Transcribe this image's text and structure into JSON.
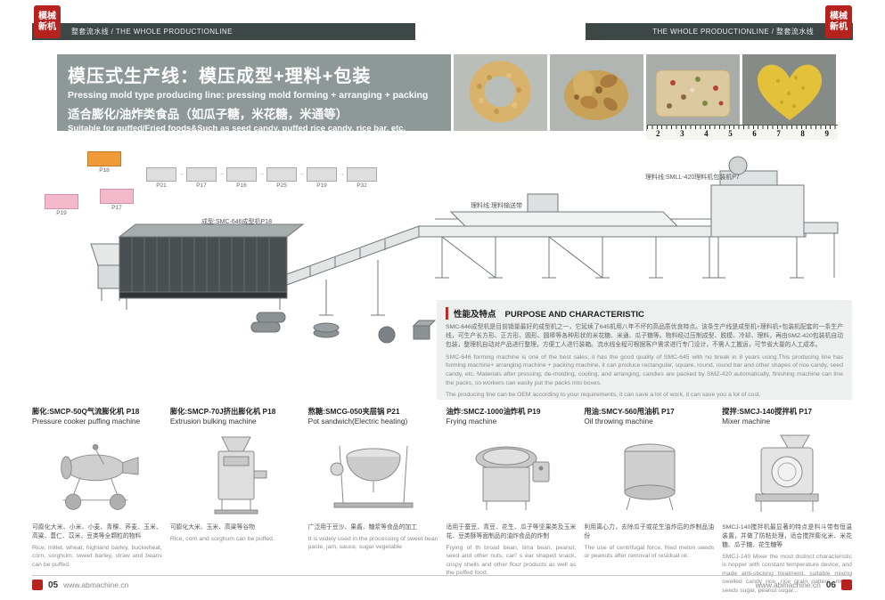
{
  "colors": {
    "accent_red": "#bf2b26",
    "header_dark": "#3d4746",
    "title_gray": "#8e9897"
  },
  "header": {
    "left": "整套流水线 / THE WHOLE PRODUCTIONLINE",
    "right": "THE WHOLE PRODUCTIONLINE / 整套流水线",
    "stamp": {
      "line1": "模械",
      "line2": "新机"
    }
  },
  "title_block": {
    "cn_title": "模压式生产线：模压成型+理料+包装",
    "en_title": "Pressing mold type producing line: pressing mold forming + arranging + packing",
    "cn_subtitle": "适合膨化/油炸类食品（如瓜子糖，米花糖，米通等）",
    "en_subtitle": "Suitable for puffed/Fried foods&Such as seed candy, puffed rice candy, rice bar, etc."
  },
  "photos": {
    "names": [
      "puffed-rice-ring",
      "seed-candy-with-almonds",
      "rice-bar",
      "millet-heart-candy"
    ],
    "ruler_numbers": [
      "2",
      "3",
      "4",
      "5",
      "6",
      "7",
      "8",
      "9"
    ]
  },
  "diagram": {
    "flow": {
      "orange_caption": "P18",
      "pink1_caption": "P19",
      "pink2_caption": "P17",
      "gray_captions": [
        "P21",
        "P17",
        "P16",
        "P25",
        "P19",
        "P32"
      ]
    },
    "labels": {
      "forming": "成型:SMC-646成型机P18",
      "arranging_line": "理料线:SMLL-420理料机包装机P7",
      "conveyor": "理料线:理料输送带"
    }
  },
  "purpose": {
    "title_cn": "性能及特点",
    "title_en": "PURPOSE AND CHARACTERISTIC",
    "paragraph_cn": "SMC-646成型机是目前销量最好的成型机之一，它延续了645机用八年不坏的高品质优良特点。该条生产线是成型机+理料机+包装机配套的一条生产线，可生产长方形、正方形、圆形、圆棒等各种形状的米花糖、米通、瓜子糖等。物料经过压制成型、脱模、冷却、理料，再由SMZ-420包装机自动包装，整理机自动对产品进行整理，方便工人进行装箱。流水线全程可根据客户需求进行专门设计，不需人工搬运，可节省大量的人工成本。",
    "paragraph_en": "SMC-646 forming machine is one of the best sales, it has the good quality of SMC-645 with no break in 8 years using.This producing line has forming machine+ arranging machine + packing machine, it can produce rectangular, square, round, round bar and other shapes of rice candy, seed candy, etc. Materials after pressing, de-molding, cooling, and arranging, candies are packed by SMZ-420 automatically, finishing machine can line the packs, so workers can easily put the packs into boxes.",
    "paragraph_en2": "The producing line can be OEM according to your requirements, it can save a lot of work, it can save you a lot of cost."
  },
  "machines": [
    {
      "title": "膨化:SMCP-50Q气流膨化机 P18",
      "subtitle": "Pressure cooker puffing machine",
      "desc_cn": "可膨化大米、小米、小麦、青稞、荞麦、玉米、高粱、薏仁、苡米、豆类等全颗粒的物料",
      "desc_en": "Rice, millet, wheat, highland barley, buckwheat, corn, sorghum, sweet barley, straw and beans can be puffed."
    },
    {
      "title": "膨化:SMCP-70J挤出膨化机 P18",
      "subtitle": "Extrusion bulking machine",
      "desc_cn": "可膨化大米、玉米、高粱等谷物",
      "desc_en": "Rice, corn and sorghum can be puffed."
    },
    {
      "title": "熬糖:SMCG-050夹层锅 P21",
      "subtitle": "Pot sandwich(Electric heating)",
      "desc_cn": "广泛用于豆沙、果酱、糖浆等食品的加工",
      "desc_en": "It is widely used in the processing of sweet bean paste, jam, sauce, sugar vegetable"
    },
    {
      "title": "油炸:SMCZ-1000油炸机 P19",
      "subtitle": "Frying machine",
      "desc_cn": "适用于蚕豆、青豆、花生、瓜子等坚果类及玉米花、豆类酥等面制品的油炸食品的炸制",
      "desc_en": "Frying of th broad bean, lima bean, peanut, seed and other nuts, cari' s ear shaped snack, crispy shells and other flour products as well as the puffed food."
    },
    {
      "title": "甩油:SMCY-560甩油机 P17",
      "subtitle": "Oil throwing machine",
      "desc_cn": "利用离心力，去除瓜子或花生油炸后的炸制品油份",
      "desc_en": "The use of centrifugal force, fried melon seeds or peanuts after removal of residual oil."
    },
    {
      "title": "搅拌:SMCJ-140搅拌机 P17",
      "subtitle": "Mixer machine",
      "desc_cn": "SMCJ-140搅拌机最显著的特点是料斗带有恒温装置，并做了防粘处理，适合搅拌膨化米、米花糖、瓜子糖、花生糖等",
      "desc_en": "SMCJ-140 Mixer the most distinct characteristic is hopper with constant temperature device, and made anti-sticking treatment, suitable mixing swelled candy rice, rice grain pattern, melon seeds sugar, peanut sugar..."
    }
  ],
  "footer": {
    "page_left": "05",
    "page_right": "06",
    "site": "www.abmachine.cn"
  }
}
